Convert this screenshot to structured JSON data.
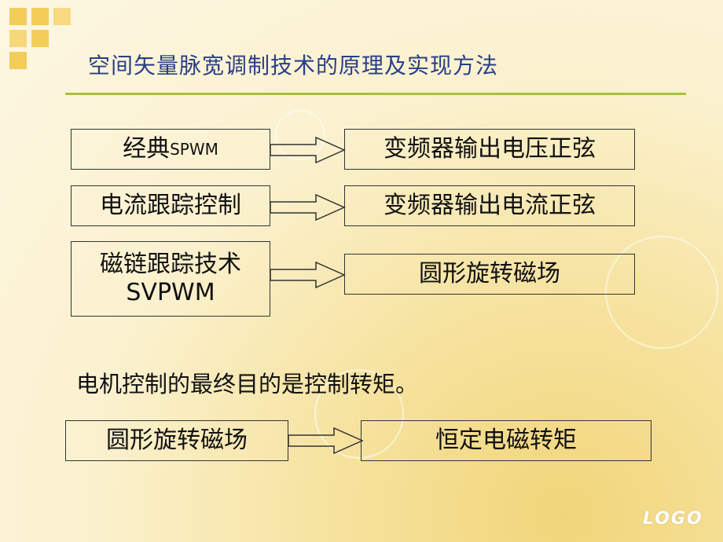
{
  "title": "空间矢量脉宽调制技术的原理及实现方法",
  "rows": [
    {
      "left": "经典",
      "left_suffix": "SPWM",
      "right": "变频器输出电压正弦"
    },
    {
      "left": "电流跟踪控制",
      "right": "变频器输出电流正弦"
    },
    {
      "left_line1": "磁链跟踪技术",
      "left_line2": "SVPWM",
      "right": "圆形旋转磁场"
    }
  ],
  "statement": "电机控制的最终目的是控制转矩。",
  "bottom": {
    "left": "圆形旋转磁场",
    "right": "恒定电磁转矩"
  },
  "logo": "LOGO",
  "colors": {
    "title": "#2a3f86",
    "rule": "#a7c13b",
    "squares": "#f3cd5a"
  }
}
